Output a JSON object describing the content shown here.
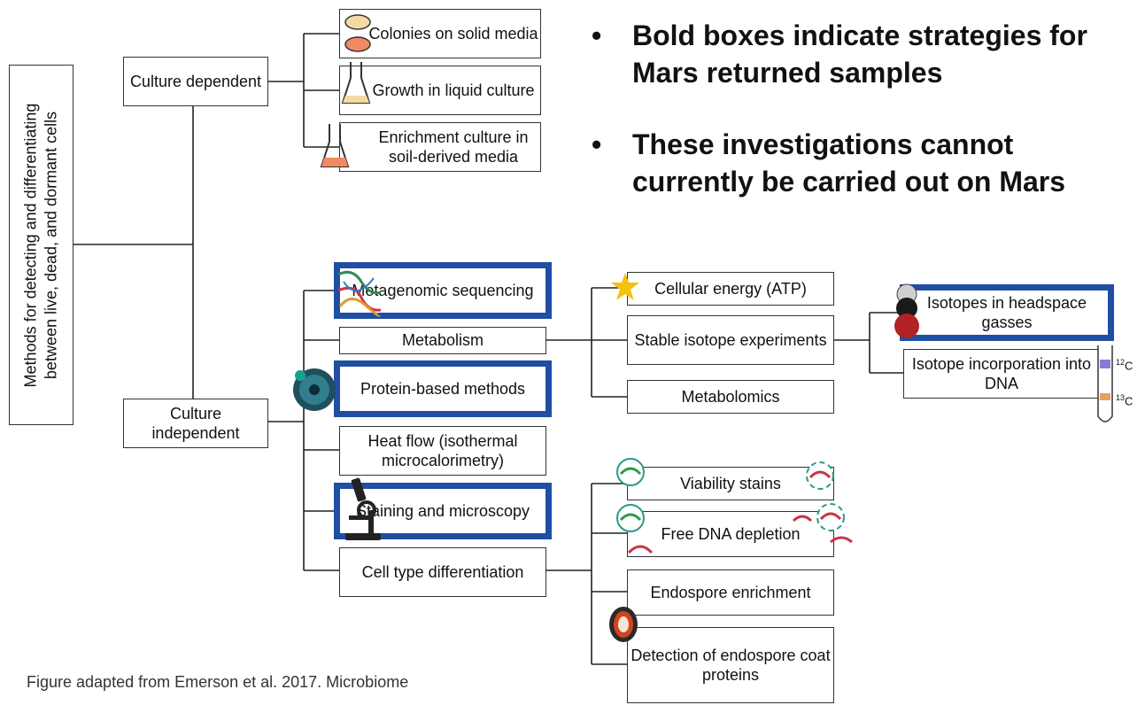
{
  "root_label": "Methods for detecting and differentiating between live, dead, and dormant cells",
  "bullets": [
    "Bold boxes indicate strategies for Mars returned samples",
    "These investigations cannot currently be carried out on Mars"
  ],
  "bullet_glyph": "•",
  "nodes": {
    "culture_dependent": "Culture dependent",
    "culture_independent": "Culture independent",
    "colonies": "Colonies on solid media",
    "growth_liquid": "Growth in liquid culture",
    "enrichment_culture": "Enrichment culture in soil-derived media",
    "metagenomic": "Metagenomic sequencing",
    "metabolism": "Metabolism",
    "protein_based": "Protein-based methods",
    "heat_flow": "Heat flow (isothermal microcalorimetry)",
    "staining": "Staining and microscopy",
    "cell_type": "Cell type differentiation",
    "cellular_energy": "Cellular energy (ATP)",
    "stable_isotope": "Stable isotope experiments",
    "metabolomics": "Metabolomics",
    "isotopes_headspace": "Isotopes in headspace gasses",
    "isotope_dna": "Isotope incorporation into DNA",
    "viability": "Viability stains",
    "free_dna": "Free DNA depletion",
    "endospore_enrichment": "Endospore enrichment",
    "endospore_coat": "Detection of endospore coat proteins"
  },
  "tube_labels": {
    "c12_mass": "12",
    "c13_mass": "13",
    "element": "C"
  },
  "caption": "Figure adapted from Emerson et al. 2017. Microbiome",
  "colors": {
    "bold_border": "#1f4ea3",
    "star": "#f4c20d",
    "colony_light": "#f3d9a4",
    "colony_dark": "#ef8a62"
  }
}
